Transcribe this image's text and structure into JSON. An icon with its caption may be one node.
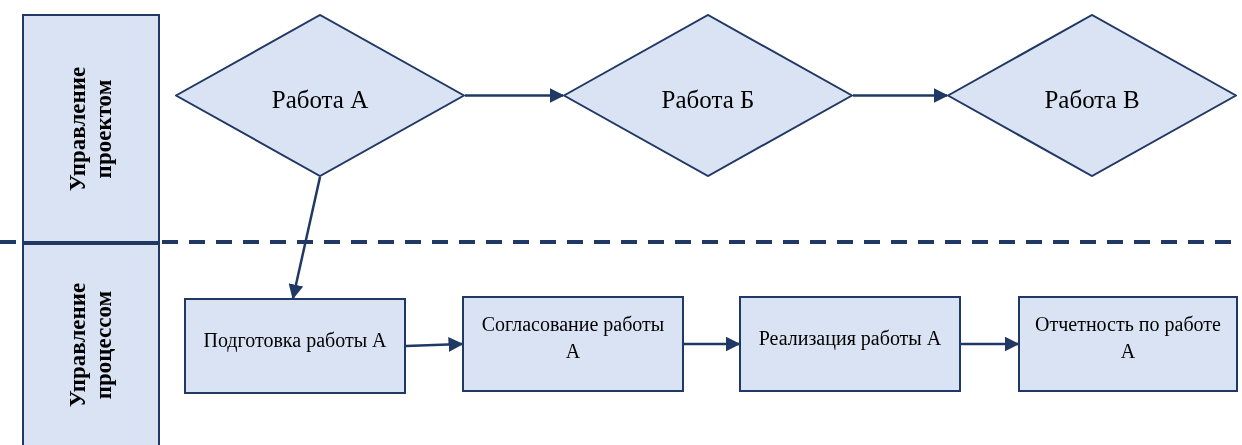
{
  "diagram": {
    "nodes": [
      {
        "text": [
          "Управление проектом"
        ]
      },
      {
        "text": [
          "Управление процессом"
        ]
      },
      {
        "text": [
          "Работа А"
        ]
      },
      {
        "text": [
          "Работа Б"
        ]
      },
      {
        "text": [
          "Работа В"
        ]
      },
      {
        "text": [
          "Подготовка работы А"
        ]
      },
      {
        "text": [
          "Согласование работы А"
        ]
      },
      {
        "text": [
          "Реализация работы А"
        ]
      },
      {
        "text": [
          "Отчетность по работе А"
        ]
      }
    ],
    "edges": [
      {
        "from": 2,
        "to": 3,
        "arrow": "to"
      },
      {
        "from": 3,
        "to": 4,
        "arrow": "to"
      },
      {
        "from": 2,
        "to": 5,
        "arrow": "to"
      },
      {
        "from": 5,
        "to": 6,
        "arrow": "to"
      },
      {
        "from": 6,
        "to": 7,
        "arrow": "to"
      },
      {
        "from": 7,
        "to": 8,
        "arrow": "to"
      }
    ]
  }
}
